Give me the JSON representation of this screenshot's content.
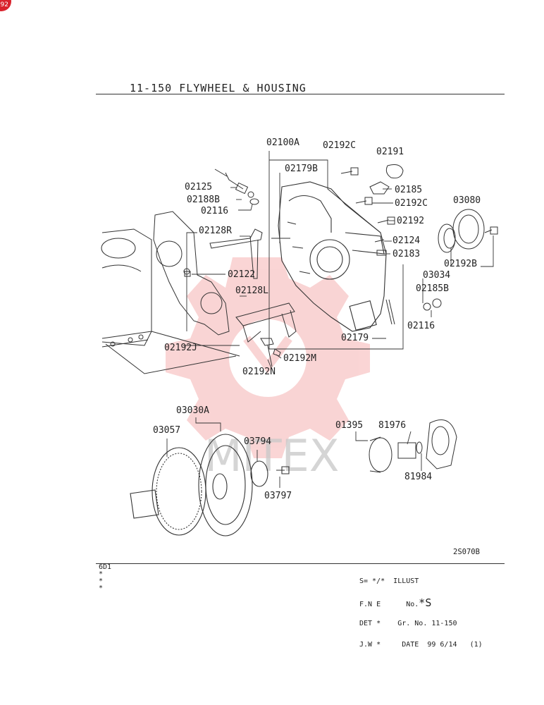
{
  "corner_badge": "92",
  "header": {
    "title": "11-150  FLYWHEEL & HOUSING"
  },
  "watermark": "MITEX",
  "reference": "2S070B",
  "colors": {
    "watermark": "#e8423f",
    "watermark_text": "#c8c8c8",
    "line": "#333333"
  },
  "labels": [
    "02100A",
    "02192C",
    "02191",
    "02179B",
    "02125",
    "02188B",
    "02116",
    "02185",
    "02192C",
    "03080",
    "02192",
    "02128R",
    "02124",
    "02183",
    "02122",
    "03034",
    "02192B",
    "02128L",
    "02185B",
    "02116",
    "02179",
    "02192J",
    "02192M",
    "02192N",
    "03030A",
    "03057",
    "03794",
    "03797",
    "01395",
    "81976",
    "81984"
  ],
  "footer": {
    "left": [
      "6D1",
      "*",
      "*",
      "*"
    ],
    "right": {
      "s_line": "S= */*",
      "illust": "ILLUST",
      "no_label": "No.",
      "no_value": "*S",
      "fne": "F.N E",
      "det": "DET *",
      "gr_no": "Gr. No. 11-150",
      "jw": "J.W *",
      "date": "DATE  99 6/14",
      "sheet": "(1)"
    }
  }
}
